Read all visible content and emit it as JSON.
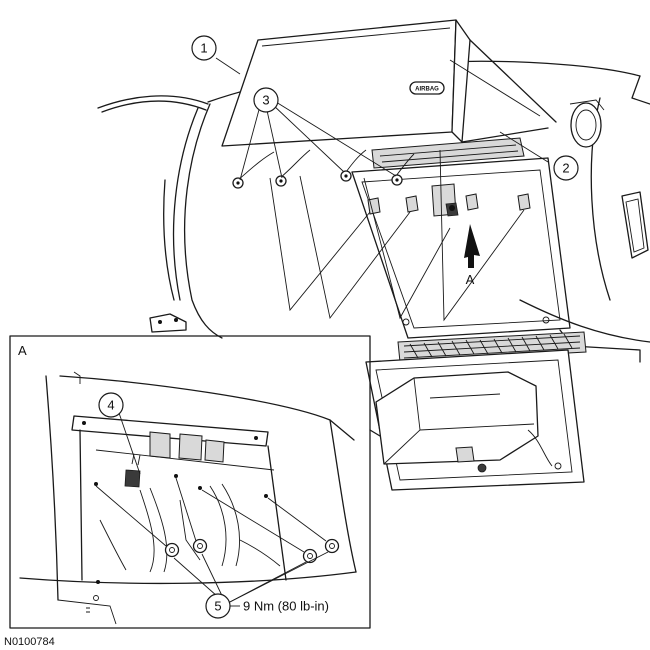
{
  "figure_id": "N0100784",
  "detail_label": "A",
  "view_arrow_label": "A",
  "airbag_text": "AIRBAG",
  "callouts": [
    {
      "number": "1"
    },
    {
      "number": "2"
    },
    {
      "number": "3"
    },
    {
      "number": "4"
    },
    {
      "number": "5",
      "note": "9 Nm (80 lb-in)"
    }
  ]
}
